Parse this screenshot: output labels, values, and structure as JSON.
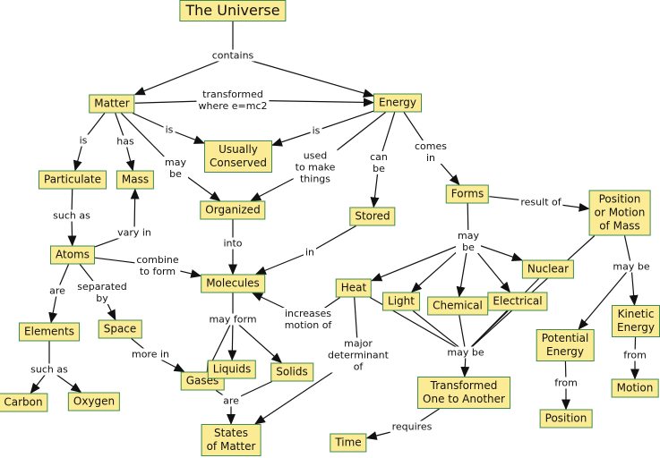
{
  "colors": {
    "node_fill": "#fbeb94",
    "node_border": "#3f8a4e",
    "line": "#111111"
  },
  "nodes": {
    "universe": "The Universe",
    "matter": "Matter",
    "energy": "Energy",
    "conserved": "Usually\nConserved",
    "particulate": "Particulate",
    "mass": "Mass",
    "organized": "Organized",
    "stored": "Stored",
    "forms": "Forms",
    "position_motion": "Position\nor Motion\nof Mass",
    "atoms": "Atoms",
    "molecules": "Molecules",
    "heat": "Heat",
    "light": "Light",
    "chemical": "Chemical",
    "electrical": "Electrical",
    "nuclear": "Nuclear",
    "elements": "Elements",
    "space": "Space",
    "kinetic": "Kinetic\nEnergy",
    "potential": "Potential\nEnergy",
    "gases": "Gases",
    "liquids": "Liquids",
    "solids": "Solids",
    "transformed": "Transformed\nOne to Another",
    "carbon": "Carbon",
    "oxygen": "Oxygen",
    "motion": "Motion",
    "states": "States\nof Matter",
    "time": "Time",
    "position": "Position"
  },
  "links": {
    "contains": "contains",
    "transformed": "transformed\nwhere e=mc2",
    "matter_is_particulate": "is",
    "has": "has",
    "matter_is_conserved": "is",
    "matter_may_be": "may\nbe",
    "energy_is": "is",
    "used_to_make": "used\nto make\nthings",
    "can_be": "can\nbe",
    "comes_in": "comes\nin",
    "result_of": "result of",
    "particulate_such_as": "such as",
    "vary_in": "vary in",
    "into": "into",
    "in": "in",
    "forms_may_be": "may\nbe",
    "combine": "combine\nto form",
    "are_elements": "are",
    "separated_by": "separated\nby",
    "increases": "increases\nmotion of",
    "may_form": "may form",
    "may_be_transformed": "may be",
    "major_determinant": "major\ndeterminant\nof",
    "pm_may_be": "may be",
    "elements_such_as": "such as",
    "more_in": "more in",
    "are_states": "are",
    "from_position": "from",
    "from_motion": "from",
    "requires": "requires"
  }
}
